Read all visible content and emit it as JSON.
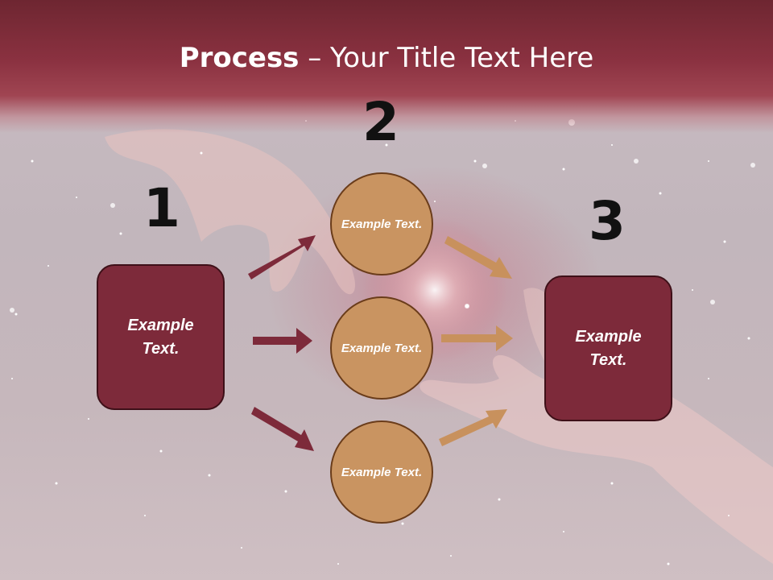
{
  "slide": {
    "title_bold": "Process",
    "title_rest": " – Your Title Text Here",
    "colors": {
      "title_band": "#8a3140",
      "box_fill": "#7d2a3a",
      "circle_fill": "#c99461",
      "arrow_left": "#7d2a3a",
      "arrow_right": "#c8915d"
    }
  },
  "steps": {
    "one": "1",
    "two": "2",
    "three": "3"
  },
  "nodes": {
    "left_box": "Example Text.",
    "circle_top": "Example Text.",
    "circle_middle": "Example Text.",
    "circle_bottom": "Example Text.",
    "right_box": "Example Text."
  }
}
